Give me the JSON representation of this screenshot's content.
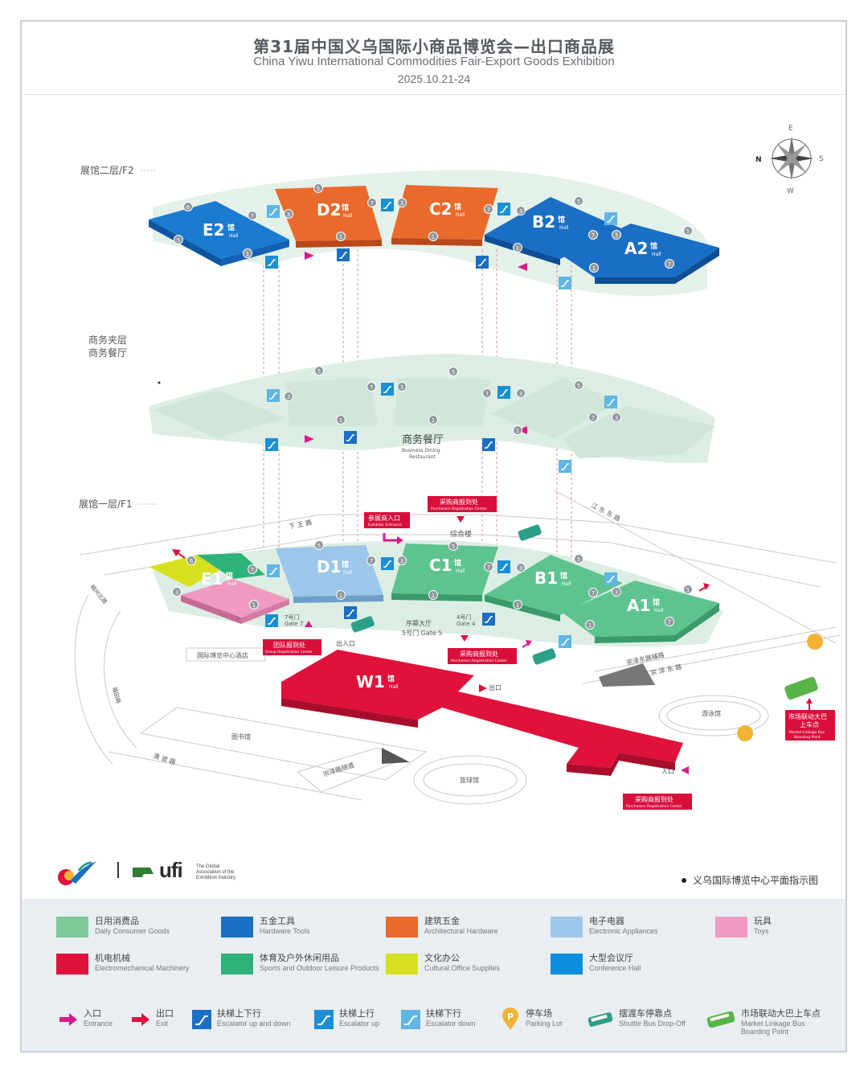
{
  "header": {
    "title_cn": "第31届中国义乌国际小商品博览会—出口商品展",
    "title_en": "China Yiwu International Commodities Fair-Export Goods Exhibition",
    "date": "2025.10.21-24"
  },
  "compass": {
    "e": "E",
    "s": "S",
    "w": "W",
    "n": "N"
  },
  "levels": {
    "f2": "展馆二层/F2",
    "mezz_1": "商务夹层",
    "mezz_2": "商务餐厅",
    "f1": "展馆一层/F1"
  },
  "halls": {
    "e2": "E2",
    "d2": "D2",
    "c2": "C2",
    "b2": "B2",
    "a2": "A2",
    "e1": "E1",
    "d1": "D1",
    "c1": "C1",
    "b1": "B1",
    "a1": "A1",
    "w1": "W1",
    "guan": "馆",
    "hall": "Hall"
  },
  "mezzanine": {
    "restaurant_cn": "商务餐厅",
    "restaurant_en_1": "Business Dining",
    "restaurant_en_2": "Restaurant"
  },
  "f1_labels": {
    "exhibitor_entrance_cn": "参展商入口",
    "exhibitor_entrance_en": "Exhibitor Entrance",
    "purchasers_reg_cn": "采购商报到处",
    "purchasers_reg_en": "Purchasers Registration Center",
    "group_reg_cn": "团队报到处",
    "group_reg_en": "Group Registration Center",
    "purchasers_reg2_cn": "采购商报到处",
    "purchasers_reg2_en": "Purchasers Registration Center",
    "purchasers_reg3_cn": "采购商报到处",
    "purchasers_reg3_en": "Purchasers Registration Center",
    "zonghelou": "综合楼",
    "gate7_cn": "7号门",
    "gate7_en": "Gate 7",
    "gate4_cn": "4号门",
    "gate4_en": "Gate 4",
    "hall_gate5_cn": "序幕大厅",
    "gate5": "5号门 Gate 5",
    "entrance_exit": "出入口",
    "exit": "出口",
    "entrance": "入口",
    "hotel": "国际博览中心酒店",
    "library": "图书馆",
    "natatorium": "游泳馆",
    "basketball": "篮球馆",
    "bus_cn_1": "市场联动大巴",
    "bus_cn_2": "上车点",
    "bus_en_1": "Market Linkage Bus",
    "bus_en_2": "Boarding Point",
    "road_xiawang": "下 王 路",
    "road_jiangdong": "江 东 东 路",
    "road_zongze_aux": "宗泽东路辅路",
    "road_zongze": "宗 泽 东 路",
    "road_zongze_tunnel": "宗泽路隧道",
    "road_qingbo": "清 波 路",
    "road_left1": "稠州北路",
    "road_left2": "福田路"
  },
  "markers": [
    "1",
    "3",
    "5",
    "6",
    "7"
  ],
  "footer": {
    "ufi": "ufi",
    "ufi_sub": "The Global Association of the Exhibition Industry",
    "caption": "义乌国际博览中心平面指示图"
  },
  "legend_categories": [
    {
      "cn": "日用消费品",
      "en": "Daily Consumer Goods",
      "color": "#7ec89a"
    },
    {
      "cn": "五金工具",
      "en": "Hardware Tools",
      "color": "#1a6fc4"
    },
    {
      "cn": "建筑五金",
      "en": "Architectural Hardware",
      "color": "#ea6a2b"
    },
    {
      "cn": "电子电器",
      "en": "Electronic Appliances",
      "color": "#9cc6ea"
    },
    {
      "cn": "玩具",
      "en": "Toys",
      "color": "#f09ac0"
    },
    {
      "cn": "机电机械",
      "en": "Electromechanical Machinery",
      "color": "#e0113a"
    },
    {
      "cn": "体育及户外休闲用品",
      "en": "Sports and Outdoor Leisure Products",
      "color": "#2db37a"
    },
    {
      "cn": "文化办公",
      "en": "Cultural Office Supplies",
      "color": "#d6e01e"
    },
    {
      "cn": "大型会议厅",
      "en": "Conference Hall",
      "color": "#0b8fdc"
    }
  ],
  "legend_icons": [
    {
      "cn": "入口",
      "en": "Entrance",
      "icon": "entrance-arrow-icon",
      "color": "#d9198a"
    },
    {
      "cn": "出口",
      "en": "Exit",
      "icon": "exit-arrow-icon",
      "color": "#e0113a"
    },
    {
      "cn": "扶梯上下行",
      "en": "Escalator up and down",
      "icon": "escalator-both-icon",
      "color": "#1a6fc4"
    },
    {
      "cn": "扶梯上行",
      "en": "Escalator up",
      "icon": "escalator-up-icon",
      "color": "#1a8fd6"
    },
    {
      "cn": "扶梯下行",
      "en": "Escalator down",
      "icon": "escalator-down-icon",
      "color": "#5fb5e6"
    },
    {
      "cn": "停车场",
      "en": "Parking Lot",
      "icon": "parking-icon",
      "color": "#f2b233"
    },
    {
      "cn": "摆渡车停靠点",
      "en": "Shuttle Bus Drop-Off",
      "icon": "shuttle-bus-icon",
      "color": "#2d9e88"
    },
    {
      "cn": "市场联动大巴上车点",
      "en": "Market Linkage Bus",
      "en2": "Boarding Point",
      "icon": "bus-icon",
      "color": "#58b348"
    }
  ]
}
